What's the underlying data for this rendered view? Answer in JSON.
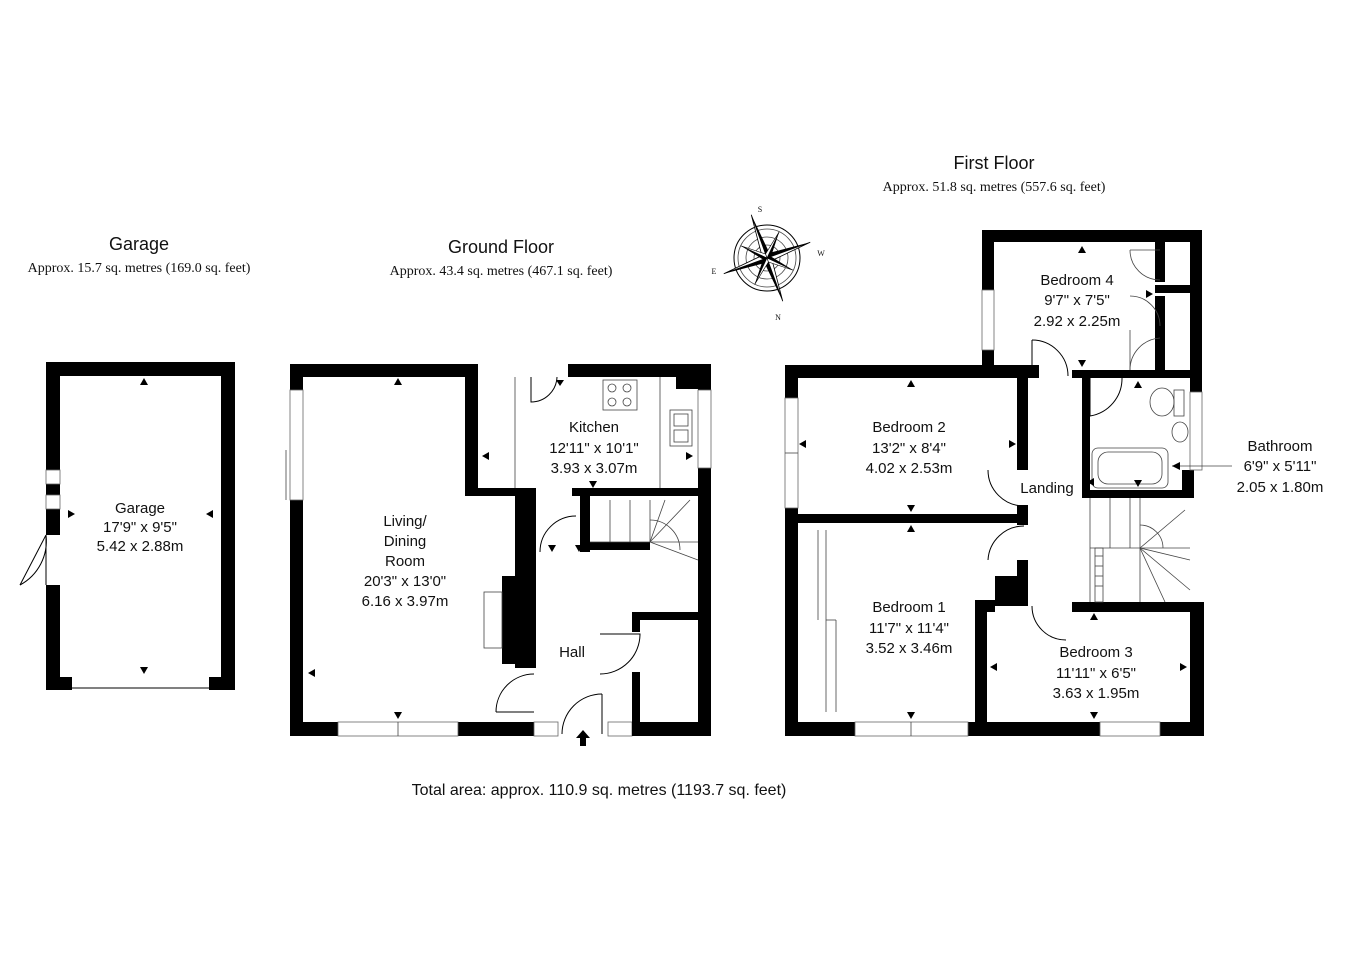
{
  "garage": {
    "heading": "Garage",
    "area": "Approx. 15.7 sq. metres (169.0 sq. feet)",
    "room": {
      "name": "Garage",
      "imperial": "17'9\" x 9'5\"",
      "metric": "5.42 x 2.88m"
    }
  },
  "ground_floor": {
    "heading": "Ground Floor",
    "area": "Approx. 43.4 sq. metres (467.1 sq. feet)",
    "living": {
      "name_line1": "Living/",
      "name_line2": "Dining",
      "name_line3": "Room",
      "imperial": "20'3\" x 13'0\"",
      "metric": "6.16 x 3.97m"
    },
    "kitchen": {
      "name": "Kitchen",
      "imperial": "12'11\" x 10'1\"",
      "metric": "3.93 x 3.07m"
    },
    "hall": {
      "name": "Hall"
    }
  },
  "first_floor": {
    "heading": "First Floor",
    "area": "Approx. 51.8 sq. metres (557.6 sq. feet)",
    "bedroom4": {
      "name": "Bedroom 4",
      "imperial": "9'7\" x 7'5\"",
      "metric": "2.92 x 2.25m"
    },
    "bedroom2": {
      "name": "Bedroom 2",
      "imperial": "13'2\" x 8'4\"",
      "metric": "4.02 x 2.53m"
    },
    "bedroom1": {
      "name": "Bedroom 1",
      "imperial": "11'7\" x 11'4\"",
      "metric": "3.52 x 3.46m"
    },
    "bedroom3": {
      "name": "Bedroom 3",
      "imperial": "11'11\" x 6'5\"",
      "metric": "3.63 x 1.95m"
    },
    "bathroom": {
      "name": "Bathroom",
      "imperial": "6'9\" x 5'11\"",
      "metric": "2.05 x 1.80m"
    },
    "landing": {
      "name": "Landing"
    }
  },
  "compass": {
    "n": "N",
    "s": "S",
    "e": "E",
    "w": "W"
  },
  "total_area": "Total area: approx. 110.9 sq. metres (1193.7 sq. feet)"
}
